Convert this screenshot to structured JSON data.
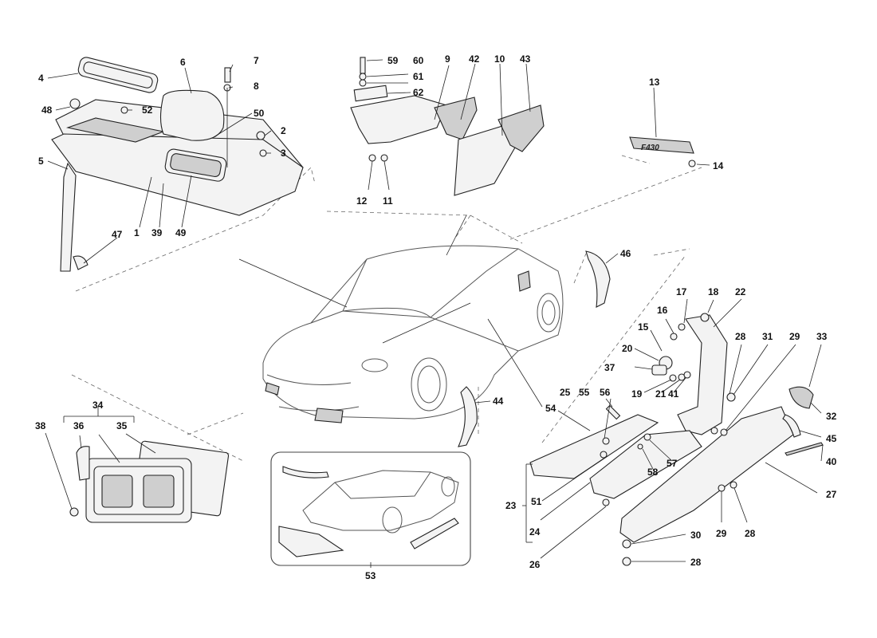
{
  "diagram": {
    "callouts": [
      "1",
      "2",
      "3",
      "4",
      "5",
      "6",
      "7",
      "8",
      "9",
      "10",
      "11",
      "12",
      "13",
      "14",
      "15",
      "16",
      "17",
      "18",
      "19",
      "20",
      "21",
      "22",
      "23",
      "24",
      "25",
      "26",
      "27",
      "28",
      "28",
      "28",
      "29",
      "29",
      "30",
      "31",
      "32",
      "33",
      "34",
      "35",
      "36",
      "37",
      "38",
      "39",
      "40",
      "41",
      "42",
      "43",
      "44",
      "45",
      "46",
      "47",
      "48",
      "49",
      "50",
      "51",
      "52",
      "53",
      "54",
      "55",
      "56",
      "57",
      "58",
      "59",
      "60",
      "61",
      "62"
    ],
    "badge_lettering": "F430"
  }
}
